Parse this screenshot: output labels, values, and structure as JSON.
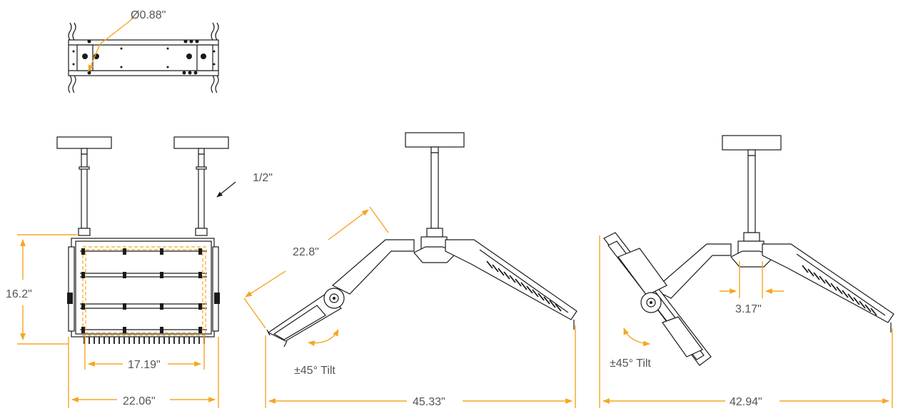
{
  "colors": {
    "dimension": "#f5a623",
    "outline": "#1a1a1a",
    "text": "#555555"
  },
  "dimensions": {
    "hole_diameter": "Ø0.88\"",
    "pipe_size": "1/2\"",
    "height": "16.2\"",
    "inner_width": "17.19\"",
    "outer_width": "22.06\"",
    "arm_length": "22.8\"",
    "tilt_a": "±45° Tilt",
    "span_a": "45.33\"",
    "mount_width": "3.17\"",
    "tilt_b": "±45° Tilt",
    "span_b": "42.94\""
  }
}
